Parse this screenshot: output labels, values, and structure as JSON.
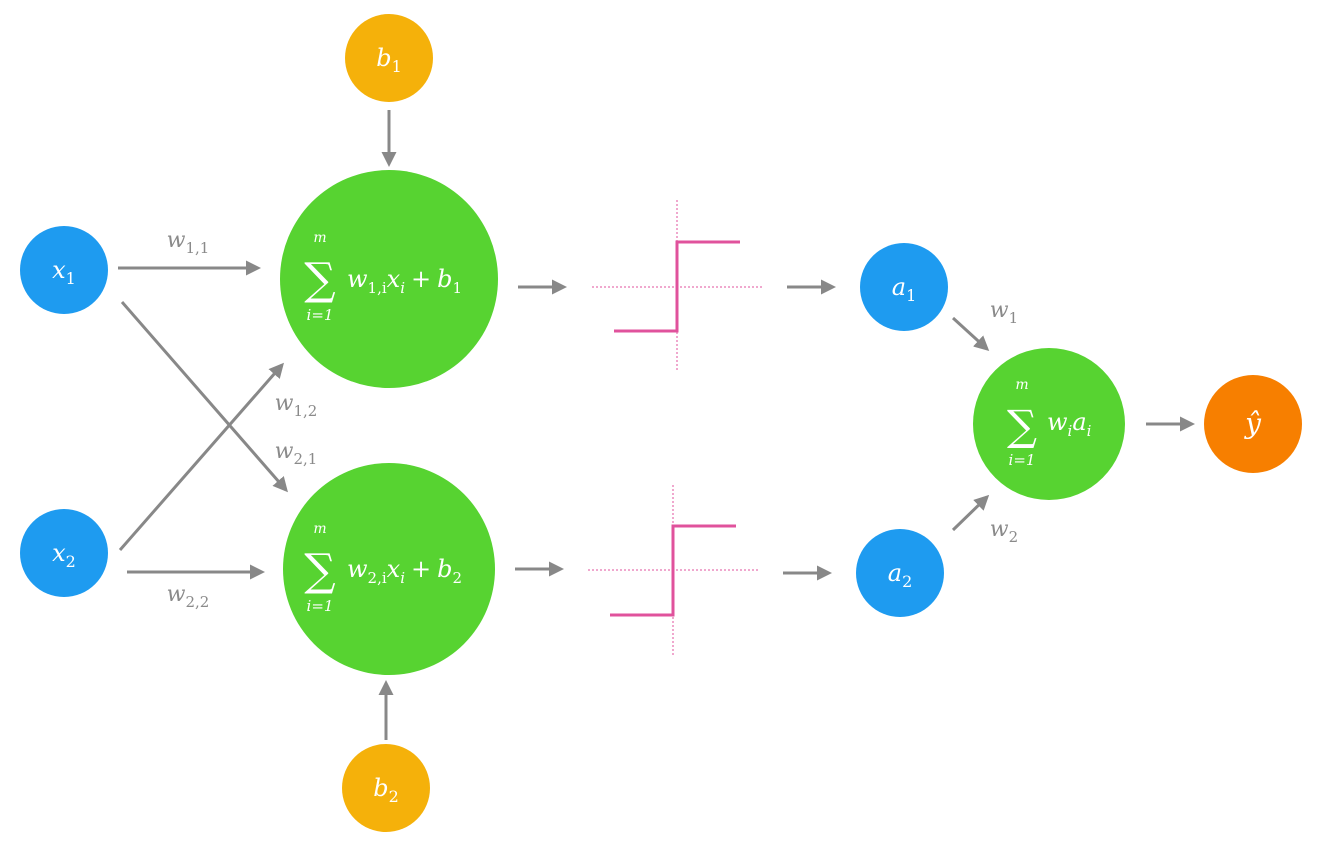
{
  "colors": {
    "input": "#1e9bf0",
    "bias": "#f5b10a",
    "sum": "#57d331",
    "output": "#f77f00",
    "arrow": "#888888",
    "step": "#e0529c"
  },
  "nodes": {
    "x1": {
      "var": "x",
      "sub": "1"
    },
    "x2": {
      "var": "x",
      "sub": "2"
    },
    "b1": {
      "var": "b",
      "sub": "1"
    },
    "b2": {
      "var": "b",
      "sub": "2"
    },
    "a1": {
      "var": "a",
      "sub": "1"
    },
    "a2": {
      "var": "a",
      "sub": "2"
    },
    "yhat": {
      "var": "ŷ"
    }
  },
  "weights": {
    "w11": {
      "var": "w",
      "sub": "1,1"
    },
    "w12": {
      "var": "w",
      "sub": "1,2"
    },
    "w21": {
      "var": "w",
      "sub": "2,1"
    },
    "w22": {
      "var": "w",
      "sub": "2,2"
    },
    "w1": {
      "var": "w",
      "sub": "1"
    },
    "w2": {
      "var": "w",
      "sub": "2"
    }
  },
  "sums": {
    "s1": {
      "sigma": "∑",
      "upper": "m",
      "lower": "i=1",
      "w": "w",
      "w_sub": "1,i",
      "x": "x",
      "x_sub": "i",
      "plus": "+",
      "b": "b",
      "b_sub": "1"
    },
    "s2": {
      "sigma": "∑",
      "upper": "m",
      "lower": "i=1",
      "w": "w",
      "w_sub": "2,i",
      "x": "x",
      "x_sub": "i",
      "plus": "+",
      "b": "b",
      "b_sub": "2"
    },
    "out": {
      "sigma": "∑",
      "upper": "m",
      "lower": "i=1",
      "w": "w",
      "w_sub": "i",
      "a": "a",
      "a_sub": "i"
    }
  }
}
